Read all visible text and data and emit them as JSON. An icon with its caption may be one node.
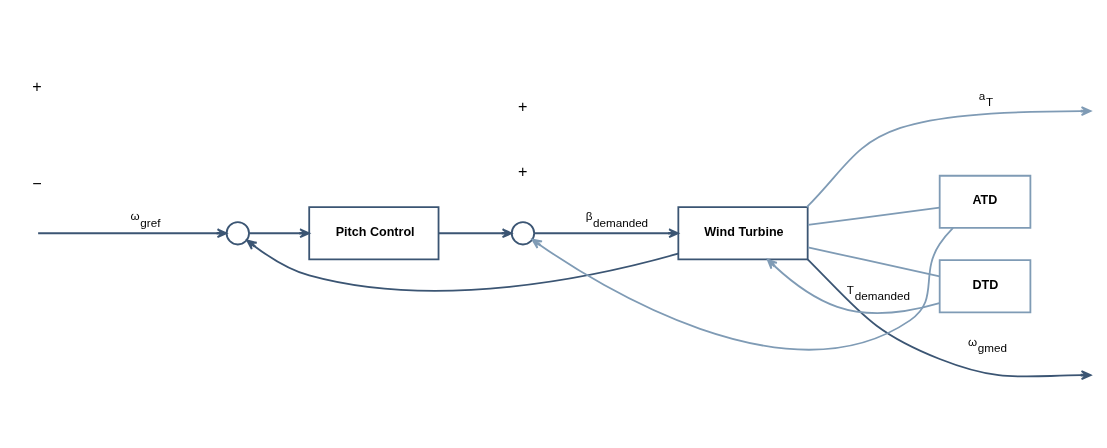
{
  "diagram": {
    "nodes": [
      {
        "text": [],
        "shape": "circle"
      },
      {
        "text": [
          "Pitch Control"
        ]
      },
      {
        "text": [],
        "shape": "circle"
      },
      {
        "text": [
          "Wind Turbine"
        ]
      },
      {
        "text": [
          "ATD"
        ]
      },
      {
        "text": [
          "DTD"
        ]
      }
    ],
    "edges": [
      {
        "from": null,
        "to": 0,
        "arrow": "to",
        "label": "ω$_{gref}$"
      },
      {
        "from": 0,
        "to": 1,
        "arrow": "to"
      },
      {
        "from": 1,
        "to": 2,
        "arrow": "to"
      },
      {
        "from": 2,
        "to": 3,
        "arrow": "to",
        "label": "β$_{demanded}$"
      },
      {
        "from": 3,
        "to": null,
        "arrow": "to",
        "label": "ω$_{gmed}$"
      },
      {
        "from": 3,
        "to": null,
        "arrow": "to",
        "label": "a$_{T}$",
        "color": "#7f9bb5"
      },
      {
        "from": 3,
        "to": 4,
        "arrow": "none",
        "color": "#7f9bb5"
      },
      {
        "from": 4,
        "to": 2,
        "arrow": "to",
        "color": "#7f9bb5"
      },
      {
        "from": 3,
        "to": 5,
        "arrow": "none",
        "color": "#7f9bb5"
      },
      {
        "from": 5,
        "to": 3,
        "arrow": "to",
        "label": "T$_{demanded}$",
        "color": "#7f9bb5"
      },
      {
        "from": 3,
        "to": 0,
        "arrow": "to"
      }
    ],
    "labels": [
      "−",
      "+",
      "+",
      "+"
    ]
  }
}
